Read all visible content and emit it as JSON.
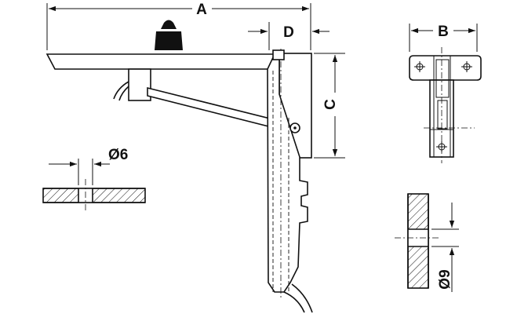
{
  "labels": {
    "a": "A",
    "b": "B",
    "c": "C",
    "d": "D",
    "hole_small": "Ø6",
    "hole_large": "Ø9"
  },
  "colors": {
    "stroke": "#111111",
    "background": "#ffffff"
  }
}
